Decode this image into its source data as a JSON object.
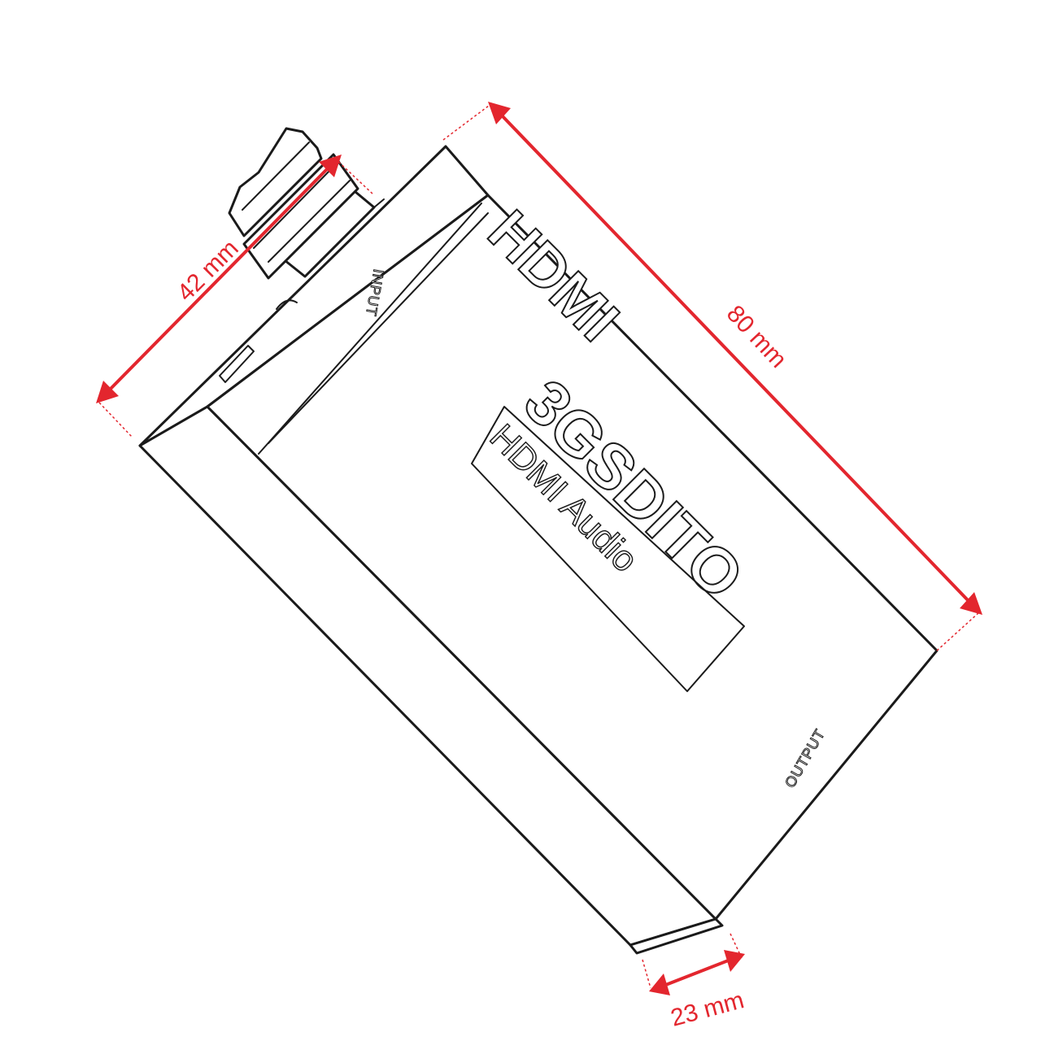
{
  "device": {
    "top_brand": "HDMI",
    "logo_main": "3GSDITO",
    "logo_sub": "HDMI Audio",
    "input_label": "INPUT",
    "output_label": "OUTPUT"
  },
  "dimensions": {
    "length": "80 mm",
    "width": "42 mm",
    "depth": "23 mm"
  },
  "colors": {
    "dimension": "#e3262e",
    "outline": "#1a1a1a",
    "background": "#ffffff"
  }
}
